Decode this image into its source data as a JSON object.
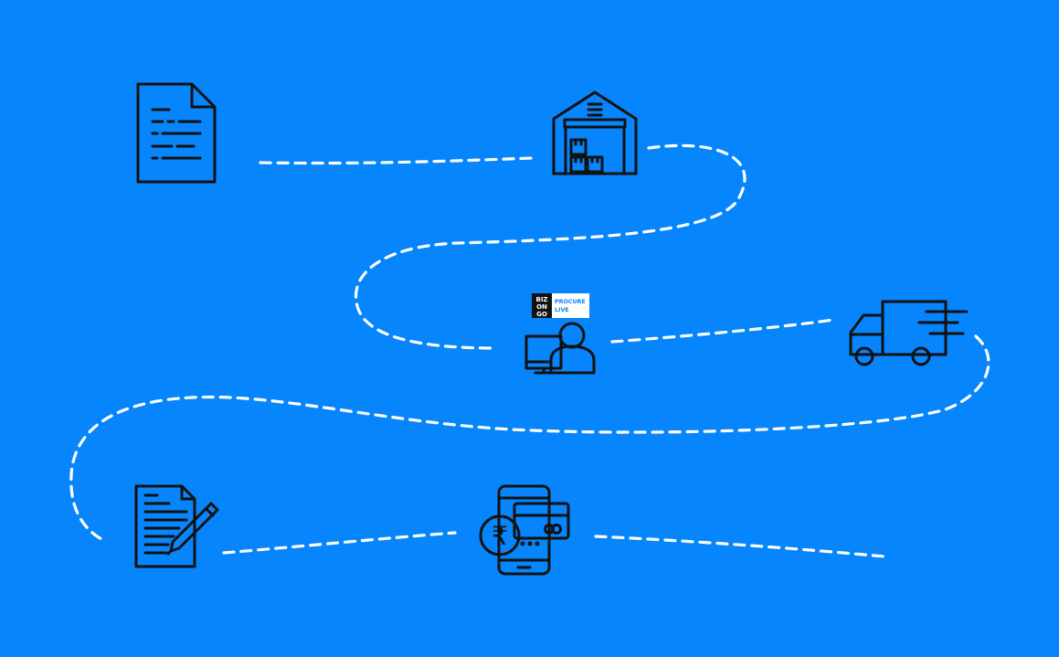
{
  "colors": {
    "background": "#0685FC",
    "icon_stroke": "#111111",
    "path_stroke": "#FFFFFF",
    "logo_dark": "#111111",
    "logo_light": "#FFFFFF",
    "logo_accent": "#0685FC"
  },
  "logo": {
    "brand_letters": [
      "BIZ",
      "ON",
      "GO"
    ],
    "product_line1": "PROCURE",
    "product_line2": "LIVE"
  },
  "icons": [
    "purchase-document-icon",
    "warehouse-icon",
    "user-at-computer-icon",
    "delivery-truck-icon",
    "signed-document-icon",
    "mobile-payment-icon"
  ],
  "payment_symbol": "₹"
}
